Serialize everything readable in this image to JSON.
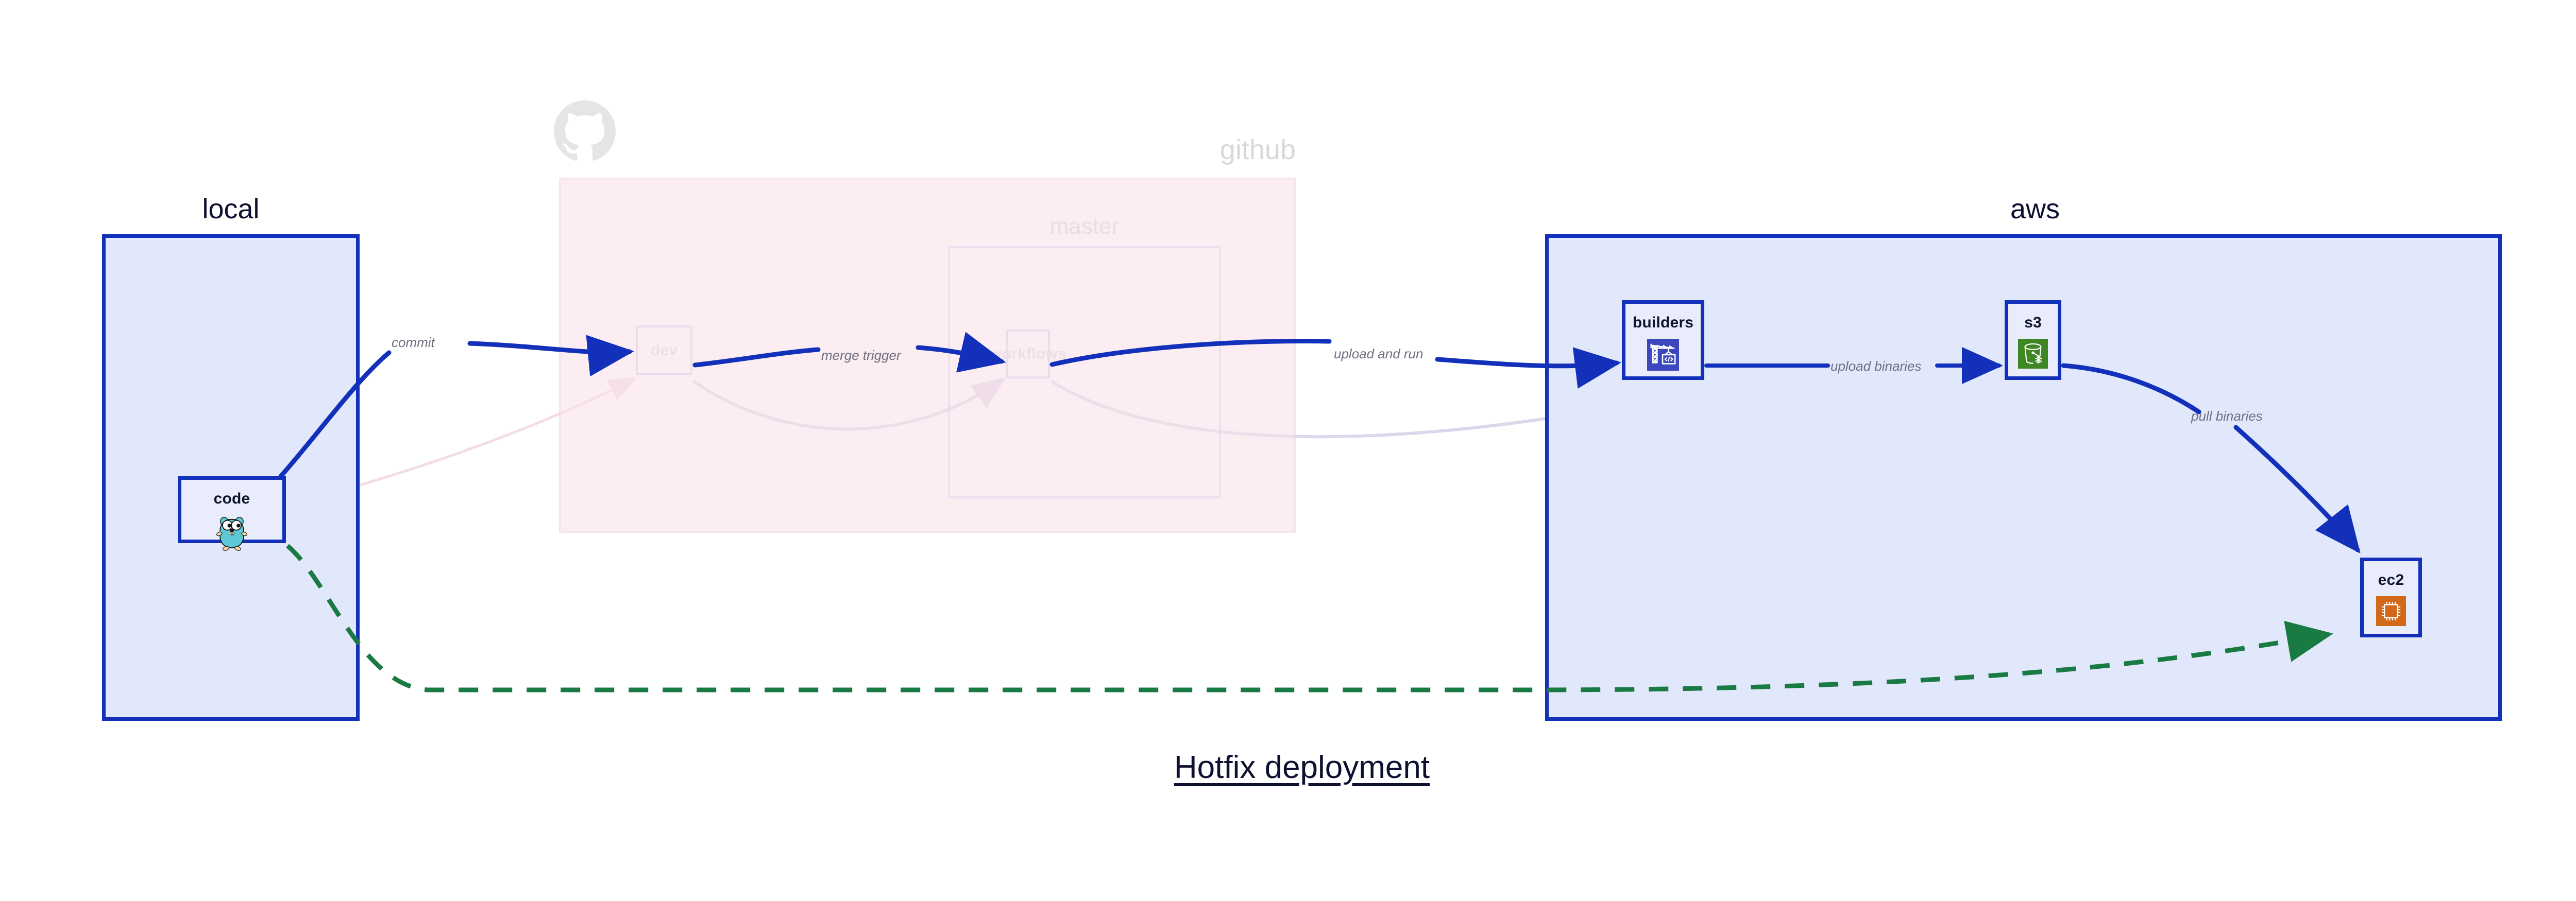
{
  "diagram": {
    "title": "Hotfix deployment",
    "colors": {
      "group_border_active": "#1230ba",
      "group_fill_active": "#e2e8fb",
      "node_fill": "#e9edfb",
      "github_fill": "#fae3e9",
      "edge_active": "#1230ba",
      "edge_dashed": "#1a7a44",
      "edge_faded": "#ded7ec",
      "label_text": "#6f6f80",
      "title_text": "#0d1030"
    }
  },
  "groups": [
    {
      "id": "local",
      "label": "local",
      "state": "active"
    },
    {
      "id": "github",
      "label": "github",
      "state": "faded",
      "icon": "github-octocat-icon"
    },
    {
      "id": "master",
      "label": "master",
      "state": "faded"
    },
    {
      "id": "aws",
      "label": "aws",
      "state": "active"
    }
  ],
  "nodes": [
    {
      "id": "code",
      "label": "code",
      "group": "local",
      "state": "active",
      "icon": "go-gopher-icon"
    },
    {
      "id": "dev",
      "label": "dev",
      "group": "github",
      "state": "faded",
      "icon": "none"
    },
    {
      "id": "workflows",
      "label": "workflows",
      "group": "master",
      "state": "faded",
      "icon": "none"
    },
    {
      "id": "builders",
      "label": "builders",
      "group": "aws",
      "state": "active",
      "icon": "aws-codebuild-icon"
    },
    {
      "id": "s3",
      "label": "s3",
      "group": "aws",
      "state": "active",
      "icon": "aws-s3-glacier-icon"
    },
    {
      "id": "ec2",
      "label": "ec2",
      "group": "aws",
      "state": "active",
      "icon": "aws-ec2-icon"
    }
  ],
  "edges": [
    {
      "id": "commit",
      "label": "commit",
      "from": "code",
      "to": "dev",
      "style": "solid",
      "state": "active"
    },
    {
      "id": "merge-trigger",
      "label": "merge trigger",
      "from": "dev",
      "to": "workflows",
      "style": "solid",
      "state": "active"
    },
    {
      "id": "upload-and-run",
      "label": "upload and run",
      "from": "workflows",
      "to": "builders",
      "style": "solid",
      "state": "active"
    },
    {
      "id": "upload-binaries",
      "label": "upload binaries",
      "from": "builders",
      "to": "s3",
      "style": "solid",
      "state": "active"
    },
    {
      "id": "pull-binaries",
      "label": "pull binaries",
      "from": "s3",
      "to": "ec2",
      "style": "solid",
      "state": "active"
    },
    {
      "id": "hotfix-direct",
      "label": "",
      "from": "code",
      "to": "ec2",
      "style": "dashed",
      "state": "active"
    },
    {
      "id": "faded-code-dev",
      "label": "",
      "from": "code",
      "to": "dev",
      "style": "solid",
      "state": "faded"
    },
    {
      "id": "faded-dev-wf",
      "label": "",
      "from": "dev",
      "to": "workflows",
      "style": "solid",
      "state": "faded"
    },
    {
      "id": "faded-wf-build",
      "label": "",
      "from": "workflows",
      "to": "builders",
      "style": "solid",
      "state": "faded"
    }
  ]
}
